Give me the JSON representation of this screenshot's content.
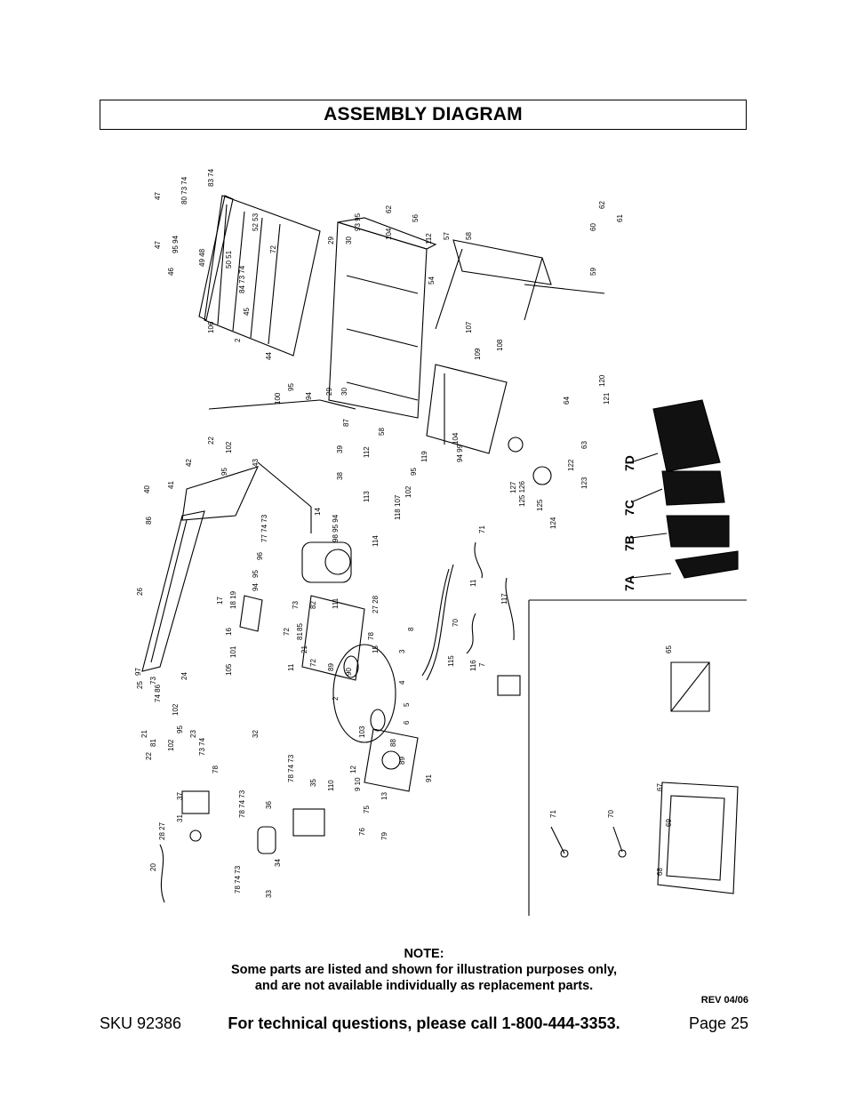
{
  "header": {
    "title": "ASSEMBLY DIAGRAM"
  },
  "diagram": {
    "part_labels": [
      "47",
      "80",
      "73",
      "74",
      "83",
      "72",
      "47",
      "95",
      "94",
      "46",
      "48",
      "49",
      "50",
      "51",
      "52",
      "53",
      "72",
      "84",
      "73",
      "74",
      "44",
      "45",
      "106",
      "2",
      "29",
      "30",
      "93",
      "95",
      "62",
      "104",
      "56",
      "112",
      "54",
      "57",
      "58",
      "60",
      "62",
      "61",
      "59",
      "100",
      "95",
      "94",
      "29",
      "30",
      "87",
      "107",
      "109",
      "108",
      "120",
      "121",
      "64",
      "63",
      "122",
      "104",
      "94",
      "99",
      "127",
      "125",
      "126",
      "125",
      "124",
      "123",
      "22",
      "102",
      "42",
      "95",
      "43",
      "41",
      "40",
      "86",
      "39",
      "112",
      "58",
      "38",
      "113",
      "119",
      "95",
      "102",
      "107",
      "118",
      "114",
      "14",
      "98",
      "95",
      "94",
      "77",
      "74",
      "73",
      "96",
      "95",
      "94",
      "17",
      "18",
      "19",
      "16",
      "101",
      "105",
      "73",
      "82",
      "72",
      "85",
      "21",
      "81",
      "69",
      "72",
      "11",
      "89",
      "2",
      "90",
      "3",
      "111",
      "27",
      "28",
      "78",
      "15",
      "4",
      "5",
      "6",
      "8",
      "71",
      "11",
      "117",
      "70",
      "116",
      "115",
      "7",
      "26",
      "97",
      "25",
      "73",
      "74",
      "86",
      "21",
      "81",
      "22",
      "102",
      "95",
      "23",
      "102",
      "24",
      "103",
      "88",
      "89",
      "91",
      "12",
      "9",
      "10",
      "13",
      "75",
      "76",
      "79",
      "73",
      "74",
      "78",
      "32",
      "37",
      "31",
      "28",
      "27",
      "20",
      "78",
      "74",
      "73",
      "36",
      "34",
      "78",
      "74",
      "73",
      "33",
      "35",
      "110",
      "78",
      "65",
      "67",
      "69",
      "68",
      "71",
      "70"
    ],
    "callouts": [
      "7A",
      "7B",
      "7C",
      "7D"
    ]
  },
  "note": {
    "heading": "NOTE:",
    "line1": "Some parts are listed and shown for illustration purposes only,",
    "line2": "and are not available individually as replacement parts."
  },
  "revision": "REV 04/06",
  "footer": {
    "sku": "SKU 92386",
    "technical": "For technical questions, please call 1-800-444-3353.",
    "page": "Page 25"
  }
}
